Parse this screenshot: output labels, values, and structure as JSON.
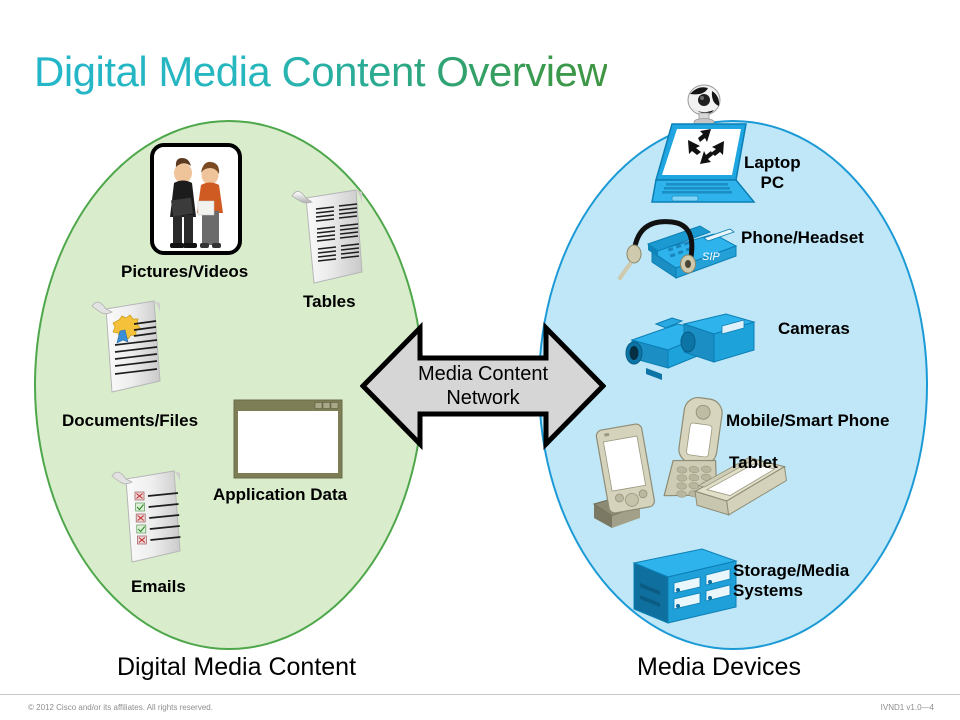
{
  "slide": {
    "title": "Digital Media Content Overview",
    "title_gradient_from": "#23b5c9",
    "title_gradient_to": "#3f9543"
  },
  "left_group": {
    "caption": "Digital Media Content",
    "fill_color": "#d9edcd",
    "border_color": "#4ea74a",
    "items": [
      {
        "label": "Pictures/Videos",
        "icon": "photo-frame-people-icon"
      },
      {
        "label": "Tables",
        "icon": "table-document-icon"
      },
      {
        "label": "Documents/Files",
        "icon": "certificate-document-icon"
      },
      {
        "label": "Application Data",
        "icon": "application-window-icon"
      },
      {
        "label": "Emails",
        "icon": "checklist-document-icon"
      }
    ]
  },
  "center": {
    "arrow_line1": "Media Content",
    "arrow_line2": "Network",
    "arrow_fill": "#d6d6d6",
    "arrow_stroke": "#000000"
  },
  "right_group": {
    "caption": "Media Devices",
    "fill_color": "#bfe7f7",
    "border_color": "#1c9ad6",
    "items": [
      {
        "label": "Laptop\nPC",
        "icon": "laptop-webcam-icon"
      },
      {
        "label": "Phone/Headset",
        "icon": "ip-phone-headset-icon"
      },
      {
        "label": "Cameras",
        "icon": "video-camera-icon"
      },
      {
        "label": "Mobile/Smart Phone",
        "icon": "mobile-phone-icon"
      },
      {
        "label": "Tablet",
        "icon": "tablet-icon"
      },
      {
        "label": "Storage/Media\nSystems",
        "icon": "storage-array-icon"
      }
    ]
  },
  "footer": {
    "copyright": "© 2012 Cisco and/or its affiliates. All rights reserved.",
    "course_code": "IVND1 v1.0—4"
  }
}
